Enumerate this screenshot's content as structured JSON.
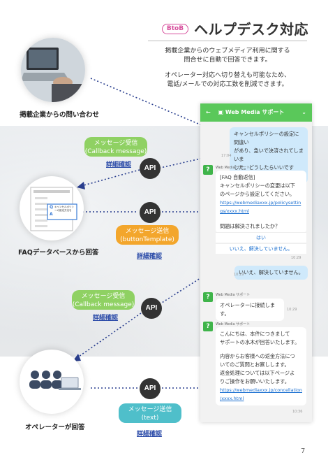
{
  "header": {
    "badge": "BtoB",
    "title": "ヘルプデスク対応",
    "desc_line1": "掲載企業からのウェブメディア利用に関する",
    "desc_line2": "問合せに自動で回答できます。",
    "desc_line3": "オペレーター対応へ切り替えも可能なため、",
    "desc_line4": "電話/メールでの対応工数を削減できます。"
  },
  "actors": {
    "company_caption": "掲載企業からの問い合わせ",
    "faq_caption": "FAQデータベースから回答",
    "operator_caption": "オペレーターが回答",
    "faq_card_q": "Q",
    "faq_card_q_text": "キャンセルポリシーの設定方法を",
    "faq_card_a": "A"
  },
  "flow": {
    "api_label": "API",
    "step1": {
      "line1": "メッセージ受信",
      "line2": "(Callback message)",
      "link": "詳細確認",
      "color": "#8fd163"
    },
    "step2": {
      "line1": "メッセージ送信",
      "line2": "(buttonTemplate)",
      "link": "詳細確認",
      "color": "#f3a62c"
    },
    "step3": {
      "line1": "メッセージ受信",
      "line2": "(Callback message)",
      "link": "詳細確認",
      "color": "#8fd163"
    },
    "step4": {
      "line1": "メッセージ送信",
      "line2": "(text)",
      "link": "詳細確認",
      "color": "#4fbfca"
    }
  },
  "chat": {
    "app_name": "Web Media サポート",
    "bot_name": "Web Media サポート",
    "bot_icon": "?",
    "user_msg1_l1": "キャンセルポリシーの設定に間違い",
    "user_msg1_l2": "があり、急いで決済されてしまいま",
    "user_msg1_l3": "した。どうしたらいいですか？",
    "time1": "17:04",
    "bot_msg1_l1": "[FAQ 自動返信]",
    "bot_msg1_l2": "キャンセルポリシーの変更は以下",
    "bot_msg1_l3": "のページから設定してください。",
    "bot_msg1_link1": "https://webmediaxxx.jp/policysettin",
    "bot_msg1_link2": "gs/xxxx.html",
    "bot_msg1_q": "問題は解決されましたか？",
    "choice_yes": "はい",
    "choice_no": "いいえ、解決していません。",
    "time2": "10:29",
    "user_msg2": "いいえ、解決していません。",
    "time3": "10:29",
    "bot_msg2": "オペレーターに接続します。",
    "time4": "10:29",
    "bot_msg3_l1": "こんにちは、本件につきまして",
    "bot_msg3_l2": "サポートの水木が回答いたします。",
    "bot_msg3_l3": "内容からお客様への返金方法につ",
    "bot_msg3_l4": "いてのご質問とお察しします。",
    "bot_msg3_l5": "返金処理については以下ページよ",
    "bot_msg3_l6": "りご操作をお願いいたします。",
    "bot_msg3_link1": "https://webmediaxxx.jp/concellation",
    "bot_msg3_link2": "/xxxx.html",
    "time5": "10:36"
  },
  "page_number": "7",
  "colors": {
    "line_green": "#5ac85a",
    "badge": "#d74e9c",
    "api": "#333333",
    "link": "#2a4aa8"
  }
}
